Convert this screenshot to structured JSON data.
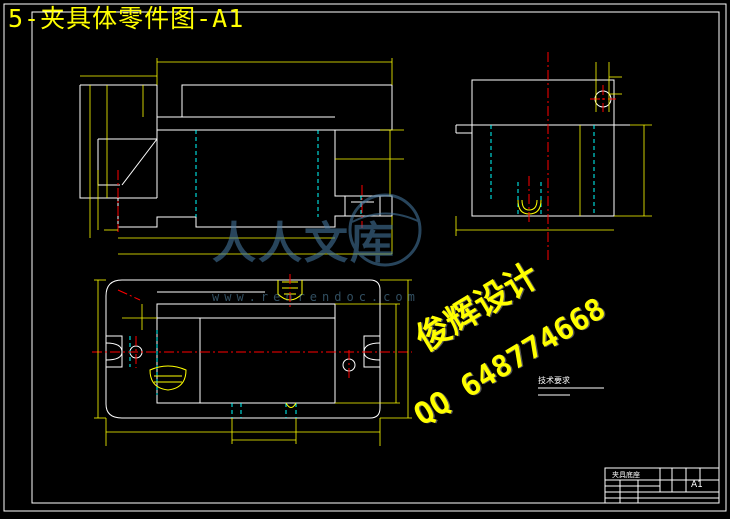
{
  "drawing": {
    "title": "5-夹具体零件图-A1"
  },
  "watermarks": {
    "logo_text": "人人文库",
    "site": "www.renrendoc.com",
    "designer": "俊辉设计",
    "qq": "QQ 648774668"
  },
  "notes": {
    "title": "技术要求"
  },
  "title_block": {
    "part_name": "夹具底座",
    "sheet_size": "A1"
  },
  "colors": {
    "background": "#000000",
    "outline": "#ffffff",
    "dimension": "#ffff00",
    "hidden_line": "#00ffff",
    "center_line": "#ff0000",
    "watermark_blue": "#4a7fa8",
    "watermark_yellow": "#ffff00"
  }
}
